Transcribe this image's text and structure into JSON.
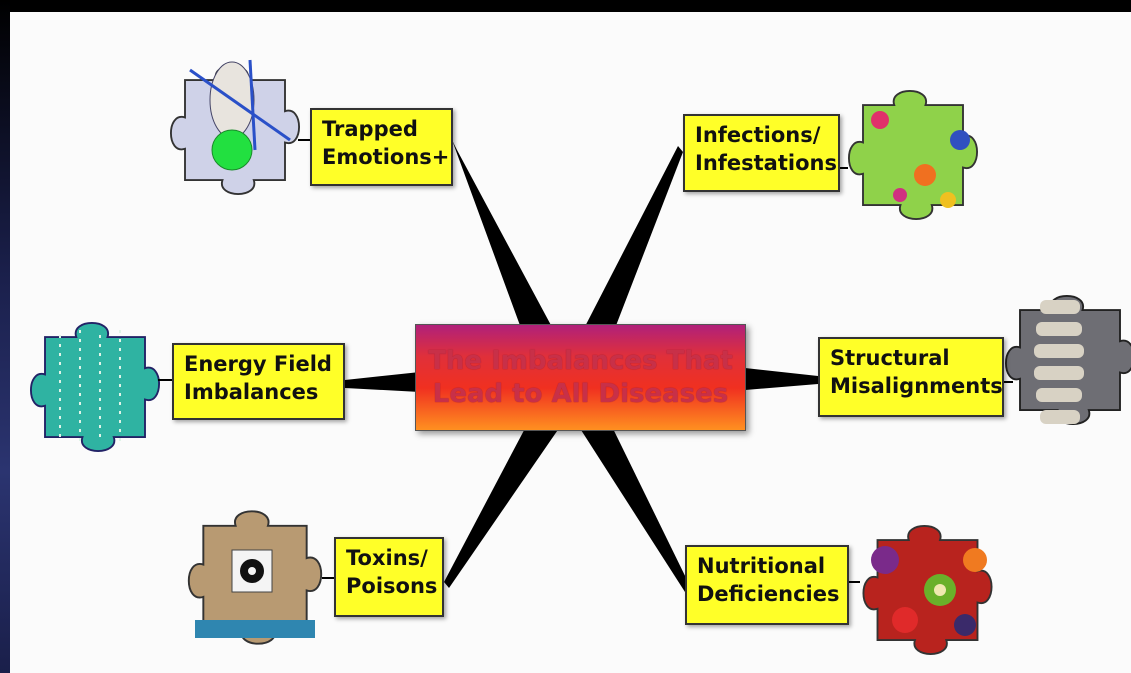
{
  "title": "The Imbalances That\nLead to All Diseases",
  "categories": [
    {
      "id": "trapped-emotions",
      "text": "Trapped\nEmotions+",
      "image": "human-body-puzzle-piece"
    },
    {
      "id": "infections",
      "text": "Infections/\nInfestations",
      "image": "microbes-puzzle-piece"
    },
    {
      "id": "energy-field",
      "text": "Energy Field\nImbalances",
      "image": "circuit-board-puzzle-piece"
    },
    {
      "id": "structural",
      "text": "Structural\nMisalignments",
      "image": "spine-puzzle-piece"
    },
    {
      "id": "toxins",
      "text": "Toxins/\nPoisons",
      "image": "radiation-pollution-puzzle-piece"
    },
    {
      "id": "nutritional",
      "text": "Nutritional\nDeficiencies",
      "image": "fruit-puzzle-piece"
    }
  ],
  "colors": {
    "label_bg": "#ffff28",
    "connector": "#000000",
    "slide_bg": "#fbfbfb"
  }
}
